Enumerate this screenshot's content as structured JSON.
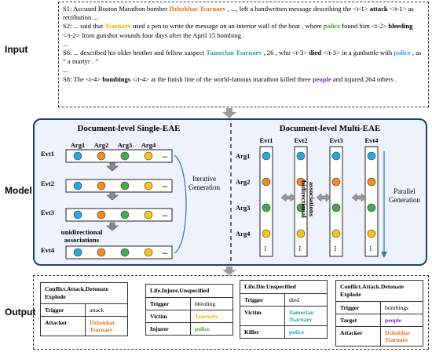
{
  "sections": {
    "input": "Input",
    "model": "Model",
    "output": "Output"
  },
  "input": {
    "s1": {
      "pre": "S1: Accused Boston Marathon bomber ",
      "ent": "Dzhokhar Tsarnaev",
      "post1": " , ..., left a handwritten message describing the <t-1> ",
      "trig": "attack",
      "post2": " </t-1> as retribution ..."
    },
    "ellipsis": "...",
    "s2": {
      "pre": "S2: ... said that ",
      "ent1": "Tsarnaev",
      "mid1": " used a pen to write the message on an interior wall of the boat , where ",
      "ent2": "police",
      "mid2": " found him <t-2> ",
      "trig": "bleeding",
      "post": " </t-2> from gunshot wounds four days after the April 15 bombing ."
    },
    "s6": {
      "pre": "S6: ... described his older brother and fellow suspect ",
      "ent1": "Tamerlan Tsarnaev",
      "mid1": " , 26 , who <t-3> ",
      "trig": "died",
      "mid2": " </t-3> in a gunbattle with ",
      "ent2": "police",
      "post": " , as “ a martyr . ”"
    },
    "s8": {
      "pre": "S8: The <t-4> ",
      "trig": "bombings",
      "mid": " </t-4> at the finish line of the world-famous marathon killed three ",
      "ent": "people",
      "post": " and injured 264 others ."
    }
  },
  "model": {
    "single_title": "Document-level Single-EAE",
    "multi_title": "Document-level Multi-EAE",
    "args": [
      "Arg1",
      "Arg2",
      "Arg3",
      "Arg4"
    ],
    "evts": [
      "Evt1",
      "Evt2",
      "Evt3",
      "Evt4"
    ],
    "more": "...",
    "iterative": [
      "Iterative",
      "Generation"
    ],
    "unidirectional": [
      "unidirectional",
      "associations"
    ],
    "bidirectional": [
      "bidirectional",
      "associations"
    ],
    "parallel": [
      "Parallel",
      "Generation"
    ],
    "colors": {
      "blue": "#29a8e0",
      "orange": "#f28e1e",
      "green": "#3fae49",
      "yellow": "#f5c518",
      "frame": "#1f3c78",
      "arrow": "#9a9a9a"
    }
  },
  "output": {
    "tables": [
      {
        "event": "Conflict.Attack.Detonate Explode",
        "rows": [
          {
            "role": "Trigger",
            "value": "attack",
            "color": ""
          },
          {
            "role": "Attacker",
            "value": "Dzhokhar Tsarnaev",
            "color": "#e8731a"
          }
        ]
      },
      {
        "event": "Life.Injure.Unspecified",
        "rows": [
          {
            "role": "Trigger",
            "value": "bleeding",
            "color": ""
          },
          {
            "role": "Victim",
            "value": "Tsarnaev",
            "color": "#f5b000"
          },
          {
            "role": "Injurer",
            "value": "police",
            "color": "#4aa831"
          }
        ]
      },
      {
        "event": "Life.Die.Unspecified",
        "rows": [
          {
            "role": "Trigger",
            "value": "died",
            "color": ""
          },
          {
            "role": "Victim",
            "value": "Tamerlan Tsarnaev",
            "color": "#22aaa6"
          },
          {
            "role": "Killer",
            "value": "police",
            "color": "#2a9fe0"
          }
        ]
      },
      {
        "event": "Conflict.Attack.Detonate Explode",
        "rows": [
          {
            "role": "Trigger",
            "value": "bombings",
            "color": ""
          },
          {
            "role": "Target",
            "value": "people",
            "color": "#7b2fbf"
          },
          {
            "role": "Attacker",
            "value": "Dzhokhar Tsarnaev",
            "color": "#e8731a"
          }
        ]
      }
    ]
  }
}
